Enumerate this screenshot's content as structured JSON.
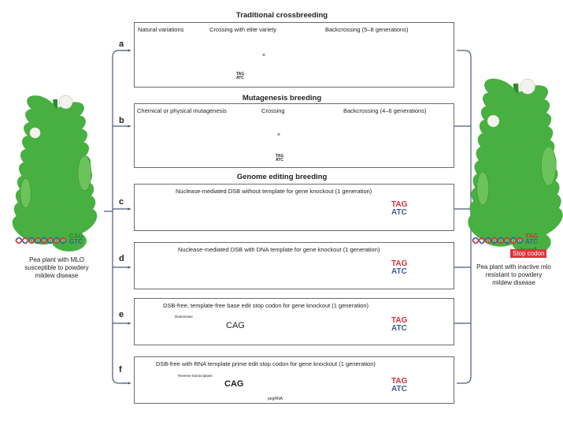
{
  "sections": {
    "traditional": "Traditional crossbreeding",
    "mutagenesis": "Mutagenesis breeding",
    "genome_editing": "Genome editing breeding"
  },
  "panels": {
    "a": {
      "letter": "a",
      "steps": [
        "Natural variations",
        "Crossing with elite variety",
        "Backcrossing (5–8 generations)"
      ],
      "dna_tag_top": "TAG",
      "dna_tag_bottom": "ATC",
      "cross_symbol": "×"
    },
    "b": {
      "letter": "b",
      "steps": [
        "Chemical or physical mutagenesis",
        "Crossing",
        "Backcrossing (4–6 generations)"
      ],
      "dna_tag_top": "TAG",
      "dna_tag_bottom": "ATC",
      "cross_symbol": "×"
    },
    "c": {
      "letter": "c",
      "title": "Nuclease-mediated DSB without template for gene knockout (1 generation)",
      "tag_top": "TAG",
      "tag_bottom": "ATC"
    },
    "d": {
      "letter": "d",
      "title": "Nuclease-mediated DSB with DNA template for gene knockout (1 generation)",
      "tag_top": "TAG",
      "tag_bottom": "ATC"
    },
    "e": {
      "letter": "e",
      "title": "DSB-free, template-free base edit stop codon for gene knockout (1 generation)",
      "enzyme_label": "Deaminase",
      "codon": "CAG",
      "tag_top": "TAG",
      "tag_bottom": "ATC"
    },
    "f": {
      "letter": "f",
      "title": "DSB-free with RNA template prime edit stop codon for gene knockout (1 generation)",
      "enzyme_label": "Reverse transcriptase",
      "codon": "CAG",
      "guide_label": "pegRNA",
      "tag_top": "TAG",
      "tag_bottom": "ATC"
    }
  },
  "left_plant": {
    "codon_top": "CAG",
    "codon_bottom": "GTC",
    "caption_line1": "Pea plant with MLO",
    "caption_line2": "susceptible to powdery",
    "caption_line3": "mildew disease"
  },
  "right_plant": {
    "codon_top": "TAG",
    "codon_bottom": "ATC",
    "stop_label": "Stop codon",
    "caption_line1": "Pea plant with inactive mlo",
    "caption_line2": "resistant to powdery",
    "caption_line3": "mildew disease"
  },
  "colors": {
    "dna_red": "#d2343f",
    "dna_blue": "#3f5a9a",
    "plant_green": "#47b041",
    "dark_green": "#2f8a2c",
    "arrow": "#4a5a78",
    "stop_red": "#e0333c",
    "enzyme_green": "#3aa845",
    "enzyme_tan": "#b8ab8a"
  }
}
